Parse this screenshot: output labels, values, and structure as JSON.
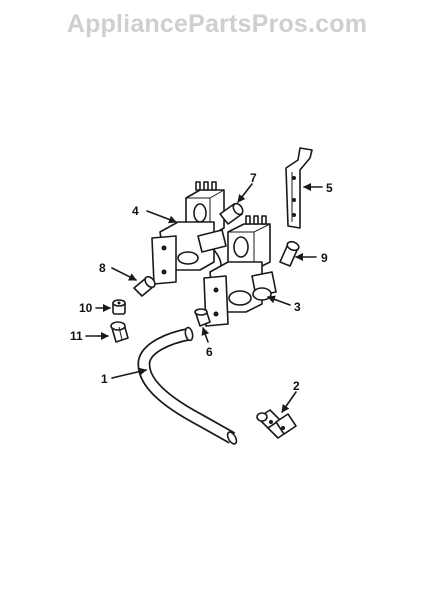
{
  "watermark": "AppliancePartsPros.com",
  "callouts": [
    {
      "id": "1",
      "label": "1"
    },
    {
      "id": "2",
      "label": "2"
    },
    {
      "id": "3",
      "label": "3"
    },
    {
      "id": "4",
      "label": "4"
    },
    {
      "id": "5",
      "label": "5"
    },
    {
      "id": "6",
      "label": "6"
    },
    {
      "id": "7",
      "label": "7"
    },
    {
      "id": "8",
      "label": "8"
    },
    {
      "id": "9",
      "label": "9"
    },
    {
      "id": "10",
      "label": "10"
    },
    {
      "id": "11",
      "label": "11"
    }
  ]
}
